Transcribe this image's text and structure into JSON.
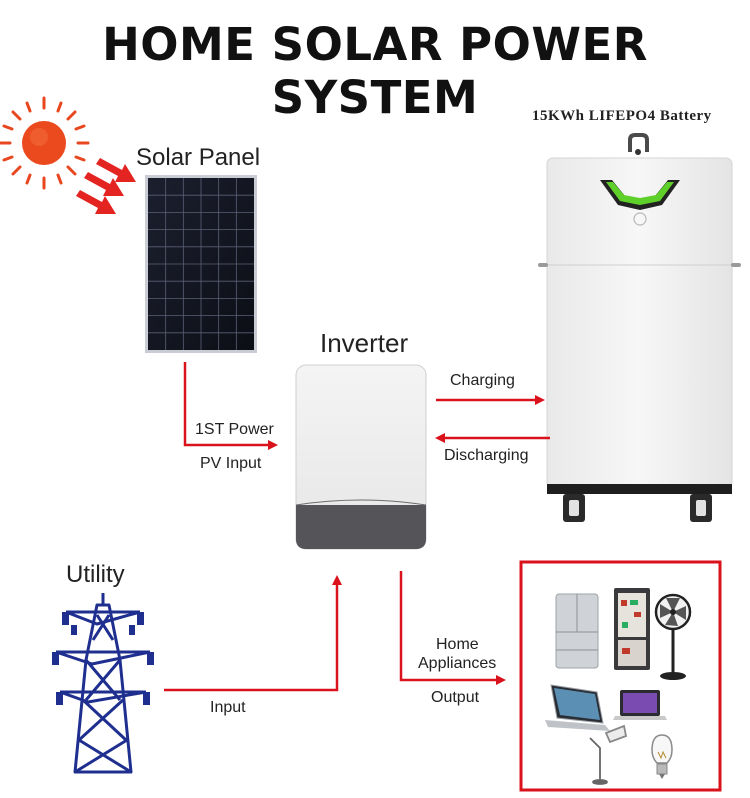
{
  "title": "HOME SOLAR POWER SYSTEM",
  "battery": {
    "label": "15KWh LIFEPO4 Battery"
  },
  "solar_panel": {
    "label": "Solar Panel"
  },
  "inverter": {
    "label": "Inverter"
  },
  "utility": {
    "label": "Utility"
  },
  "flows": {
    "pv_line1": "1ST Power",
    "pv_line2": "PV Input",
    "charging": "Charging",
    "discharging": "Discharging",
    "input": "Input",
    "home_line1": "Home",
    "home_line2": "Appliances",
    "output": "Output"
  },
  "colors": {
    "arrow": "#d9121b",
    "title": "#111111",
    "tower": "#1f2f8f",
    "sun": "#e8461e"
  }
}
